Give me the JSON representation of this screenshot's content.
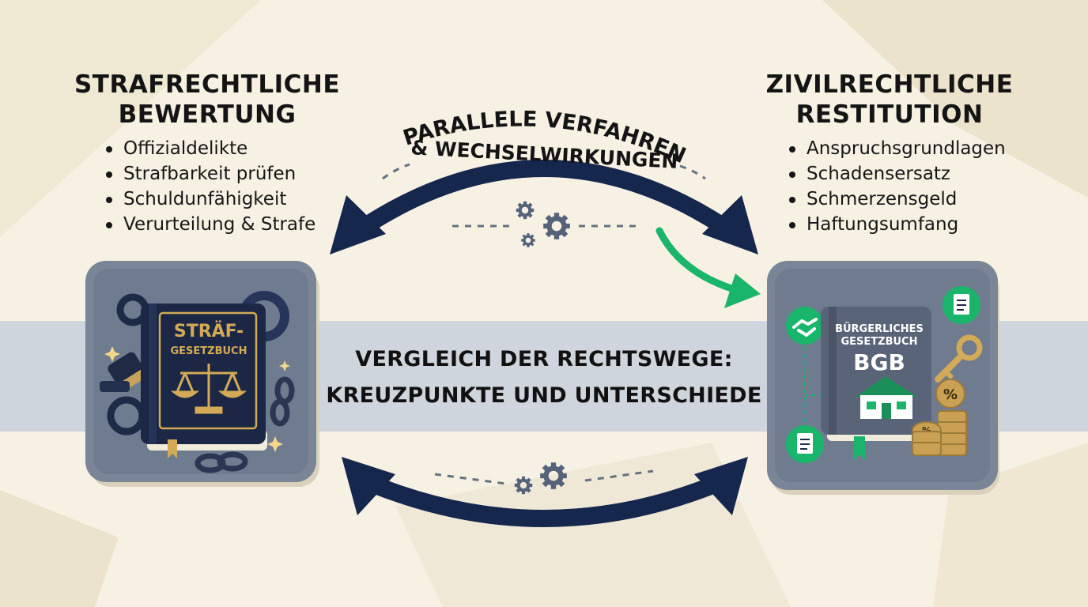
{
  "left": {
    "heading_line1": "STRAFRECHTLICHE",
    "heading_line2": "BEWERTUNG",
    "items": [
      "Offizialdelikte",
      "Strafbarkeit prüfen",
      "Schuldunfähigkeit",
      "Verurteilung & Strafe"
    ],
    "book_title_line1": "STRÄF-",
    "book_title_line2": "GESETZBUCH"
  },
  "right": {
    "heading_line1": "ZIVILRECHTLICHE",
    "heading_line2": "RESTITUTION",
    "items": [
      "Anspruchsgrundlagen",
      "Schadensersatz",
      "Schmerzensgeld",
      "Haftungsumfang"
    ],
    "book_title_line1": "BÜRGERLICHES",
    "book_title_line2": "GESETZBUCH",
    "book_abbrev": "BGB"
  },
  "center": {
    "title_line1": "VERGLEICH DER RECHTSWEGE:",
    "title_line2": "KREUZPUNKTE UND UNTERSCHIEDE",
    "arc_label_line1": "PARALLELE VERFAHREN",
    "arc_label_line2": "& WECHSELWIRKUNGEN"
  },
  "colors": {
    "background": "#f6f1e3",
    "band": "#cfd5dd",
    "arrow_navy": "#15274d",
    "accent_green": "#19b56a",
    "tile": "#6f7b8e",
    "book_cover": "#1d2a48",
    "gold": "#d3aa57"
  }
}
